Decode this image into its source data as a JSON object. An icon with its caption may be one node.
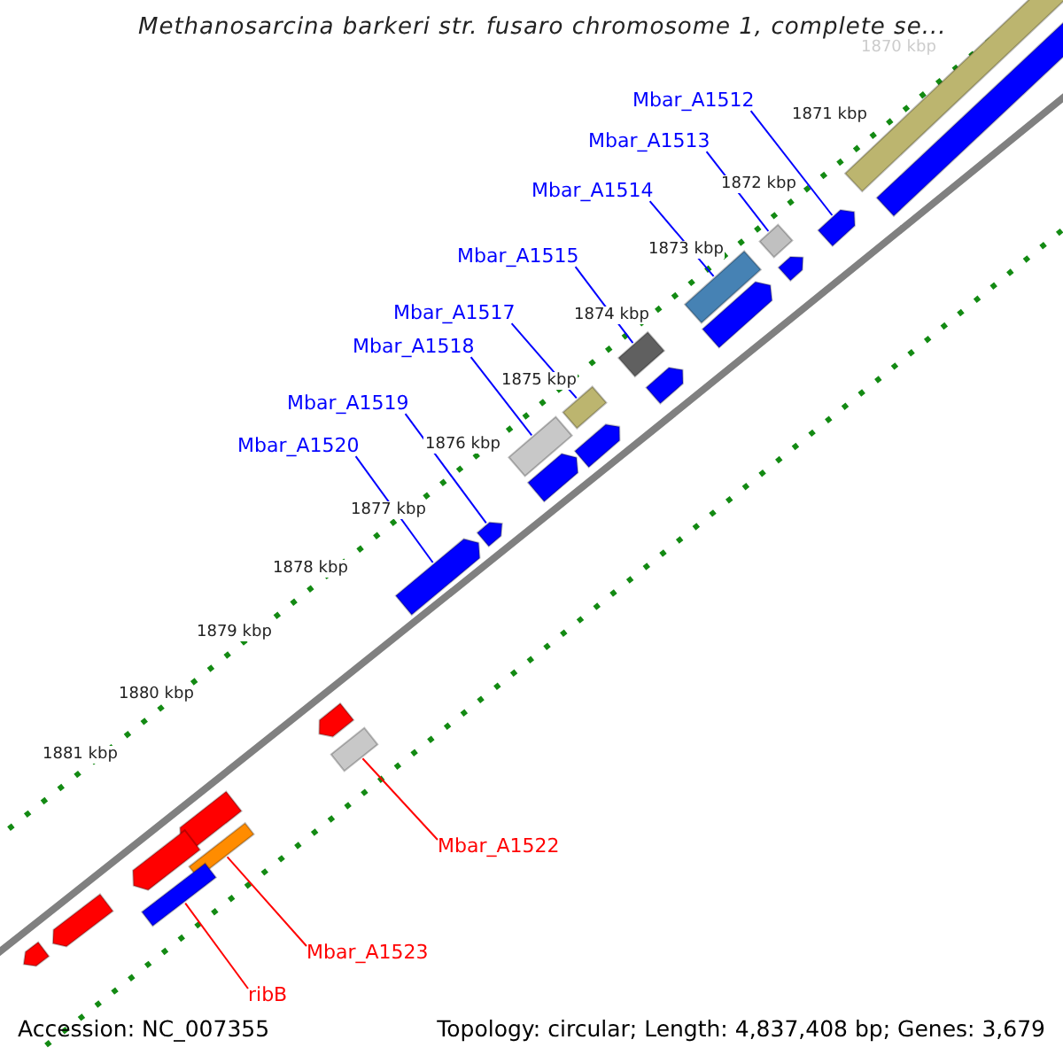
{
  "diagram": {
    "title": "Methanosarcina barkeri str. fusaro chromosome 1, complete se...",
    "nodes": [
      {
        "text": [
          "Mbar_A1512"
        ]
      },
      {
        "text": [],
        "shape": "bar"
      },
      {
        "text": [
          "Mbar_A1513"
        ]
      },
      {
        "text": [],
        "shape": "bar"
      },
      {
        "text": [
          "Mbar_A1514"
        ]
      },
      {
        "text": [],
        "shape": "bar"
      },
      {
        "text": [
          "Mbar_A1515"
        ]
      },
      {
        "text": [],
        "shape": "bar"
      },
      {
        "text": [
          "Mbar_A1517"
        ]
      },
      {
        "text": [],
        "shape": "bar"
      },
      {
        "text": [
          "Mbar_A1518"
        ]
      },
      {
        "text": [],
        "shape": "bar"
      },
      {
        "text": [
          "Mbar_A1519"
        ]
      },
      {
        "text": [],
        "shape": "bar"
      },
      {
        "text": [
          "Mbar_A1520"
        ]
      },
      {
        "text": [],
        "shape": "bar"
      },
      {
        "text": [
          "Mbar_A1522"
        ]
      },
      {
        "text": [],
        "shape": "bar"
      },
      {
        "text": [
          "Mbar_A1523"
        ]
      },
      {
        "text": [],
        "shape": "bar"
      },
      {
        "text": [
          "ribB"
        ]
      },
      {
        "text": [],
        "shape": "bar"
      },
      {
        "text": [],
        "shape": "bar"
      },
      {
        "text": [],
        "shape": "bar"
      },
      {
        "text": [],
        "shape": "bar"
      },
      {
        "text": [],
        "shape": "bar"
      },
      {
        "text": [],
        "shape": "bar"
      },
      {
        "text": [],
        "shape": "bar"
      },
      {
        "text": [],
        "shape": "bar"
      },
      {
        "text": [],
        "shape": "bar"
      },
      {
        "text": [],
        "shape": "bar"
      },
      {
        "text": [],
        "shape": "bar"
      },
      {
        "text": [],
        "shape": "bar"
      },
      {
        "text": [],
        "shape": "bar"
      }
    ],
    "edges": [
      {
        "from": 0,
        "to": 1,
        "arrow": "none"
      },
      {
        "from": 2,
        "to": 3,
        "arrow": "none"
      },
      {
        "from": 4,
        "to": 5,
        "arrow": "none"
      },
      {
        "from": 6,
        "to": 7,
        "arrow": "none"
      },
      {
        "from": 8,
        "to": 9,
        "arrow": "none"
      },
      {
        "from": 10,
        "to": 11,
        "arrow": "none"
      },
      {
        "from": 12,
        "to": 13,
        "arrow": "none"
      },
      {
        "from": 14,
        "to": 15,
        "arrow": "none"
      },
      {
        "from": 16,
        "to": 17,
        "arrow": "none",
        "color": "#ff0000"
      },
      {
        "from": 18,
        "to": 19,
        "arrow": "none",
        "color": "#ff0000"
      },
      {
        "from": 20,
        "to": 21,
        "arrow": "none",
        "color": "#ff0000"
      }
    ],
    "labels": [
      "1870 kbp",
      "1871 kbp",
      "1872 kbp",
      "1873 kbp",
      "1874 kbp",
      "1875 kbp",
      "1876 kbp",
      "1877 kbp",
      "1878 kbp",
      "1879 kbp",
      "1880 kbp",
      "1881 kbp",
      "Accession: NC_007355",
      "Topology: circular; Length: 4,837,408 bp; Genes: 3,679"
    ]
  }
}
